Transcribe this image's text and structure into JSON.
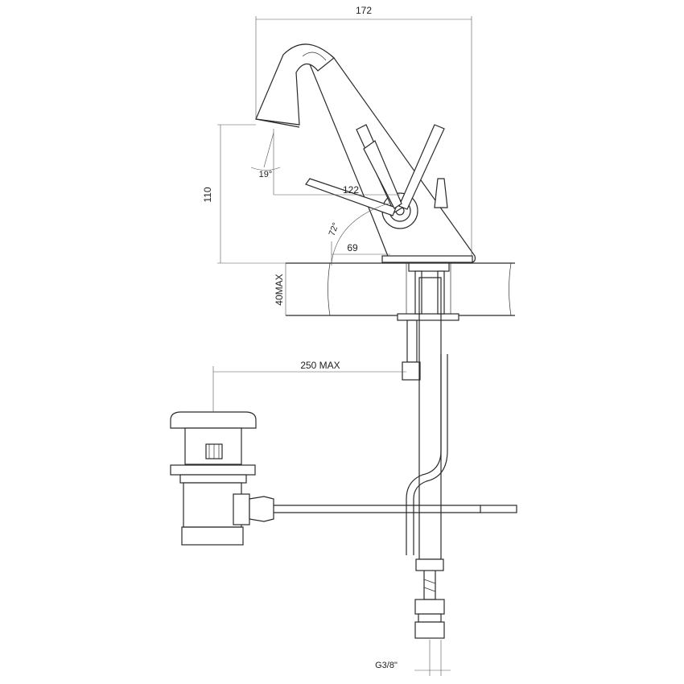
{
  "dimensions": {
    "width_total": "172",
    "height": "110",
    "spout_angle": "19°",
    "handle_reach": "122",
    "lever_angle": "72°",
    "base_offset": "69",
    "counter_thickness": "40MAX",
    "drain_distance": "250  MAX",
    "thread": "G3/8\""
  }
}
